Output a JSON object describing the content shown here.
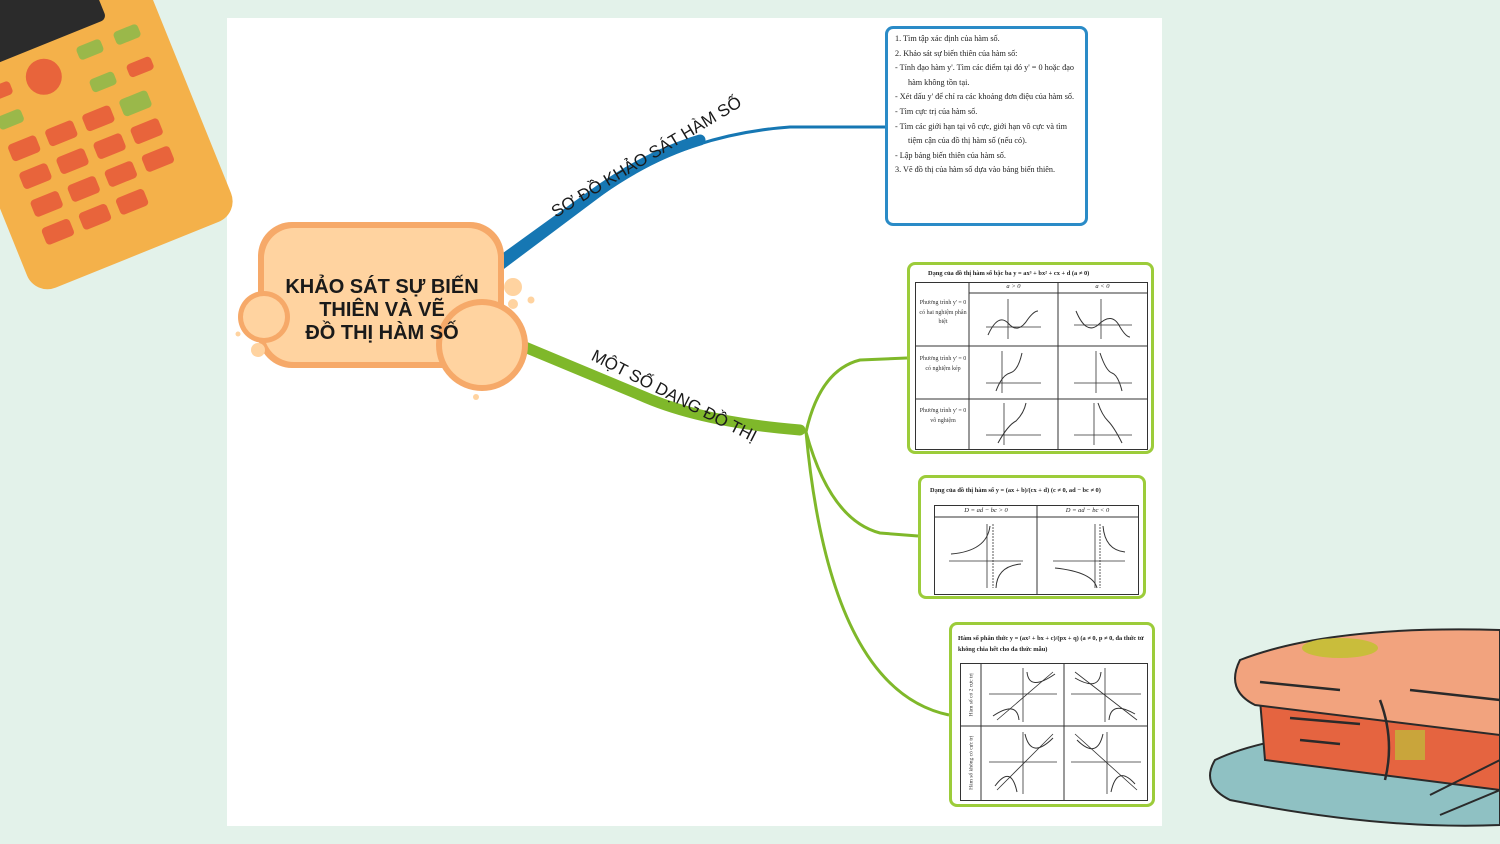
{
  "central": {
    "title_lines": [
      "KHẢO SÁT SỰ BIẾN",
      "THIÊN VÀ VẼ",
      "ĐỒ THỊ HÀM SỐ"
    ]
  },
  "branches": {
    "top": {
      "label": "SƠ ĐỒ KHẢO SÁT HÀM SỐ",
      "color": "#1677b3"
    },
    "bottom": {
      "label": "MỘT SỐ DẠNG ĐỒ THỊ",
      "color": "#7fb82a"
    }
  },
  "steps_card": {
    "lines": [
      "1. Tìm tập xác định của hàm số.",
      "2. Khảo sát sự biến thiên của hàm số:",
      "- Tính đạo hàm y'. Tìm các điểm tại đó y' = 0 hoặc đạo hàm không tồn tại.",
      "- Xét dấu y' để chỉ ra các khoảng đơn điệu của hàm số.",
      "- Tìm cực trị của hàm số.",
      "- Tìm các giới hạn tại vô cực, giới hạn vô cực và tìm tiệm cận của đồ thị hàm số (nếu có).",
      "- Lập bảng biến thiên của hàm số.",
      "3. Vẽ đồ thị của hàm số dựa vào bảng biến thiên."
    ]
  },
  "cubic_card": {
    "title": "Dạng của đồ thị hàm số bậc ba y = ax³ + bx² + cx + d (a ≠ 0)",
    "col_headers": [
      "a > 0",
      "a < 0"
    ],
    "row_labels": [
      "Phương trình y' = 0 có hai nghiệm phân biệt",
      "Phương trình y' = 0 có nghiệm kép",
      "Phương trình y' = 0 vô nghiệm"
    ]
  },
  "homographic_card": {
    "title": "Dạng của đồ thị hàm số y = (ax + b)/(cx + d) (c ≠ 0, ad − bc ≠ 0)",
    "col_headers": [
      "D = ad − bc > 0",
      "D = ad − bc < 0"
    ]
  },
  "rational_card": {
    "title": "Hàm số phân thức y = (ax² + bx + c)/(px + q) (a ≠ 0, p ≠ 0, đa thức tử không chia hết cho đa thức mẫu)",
    "row_labels": [
      "Hàm số có 2 cực trị",
      "Hàm số không có cực trị"
    ]
  }
}
